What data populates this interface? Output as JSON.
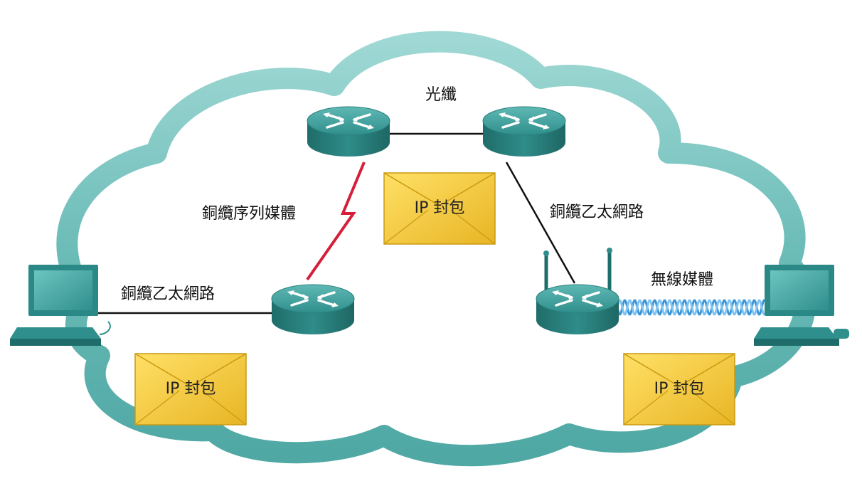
{
  "labels": {
    "fiber": "光纖",
    "copper_serial": "銅纜序列媒體",
    "copper_ethernet_right": "銅纜乙太網路",
    "copper_ethernet_left": "銅纜乙太網路",
    "wireless": "無線媒體"
  },
  "packets": {
    "center": "IP 封包",
    "left": "IP 封包",
    "right": "IP 封包"
  },
  "colors": {
    "cloud": "#7fc6c3",
    "router_top": "#3f9f9c",
    "router_side": "#267a77",
    "pc": "#2e8f8c",
    "envelope": "#f2c531",
    "serial_link": "#d51f3a",
    "wireless_wave": "#3a93d6"
  }
}
